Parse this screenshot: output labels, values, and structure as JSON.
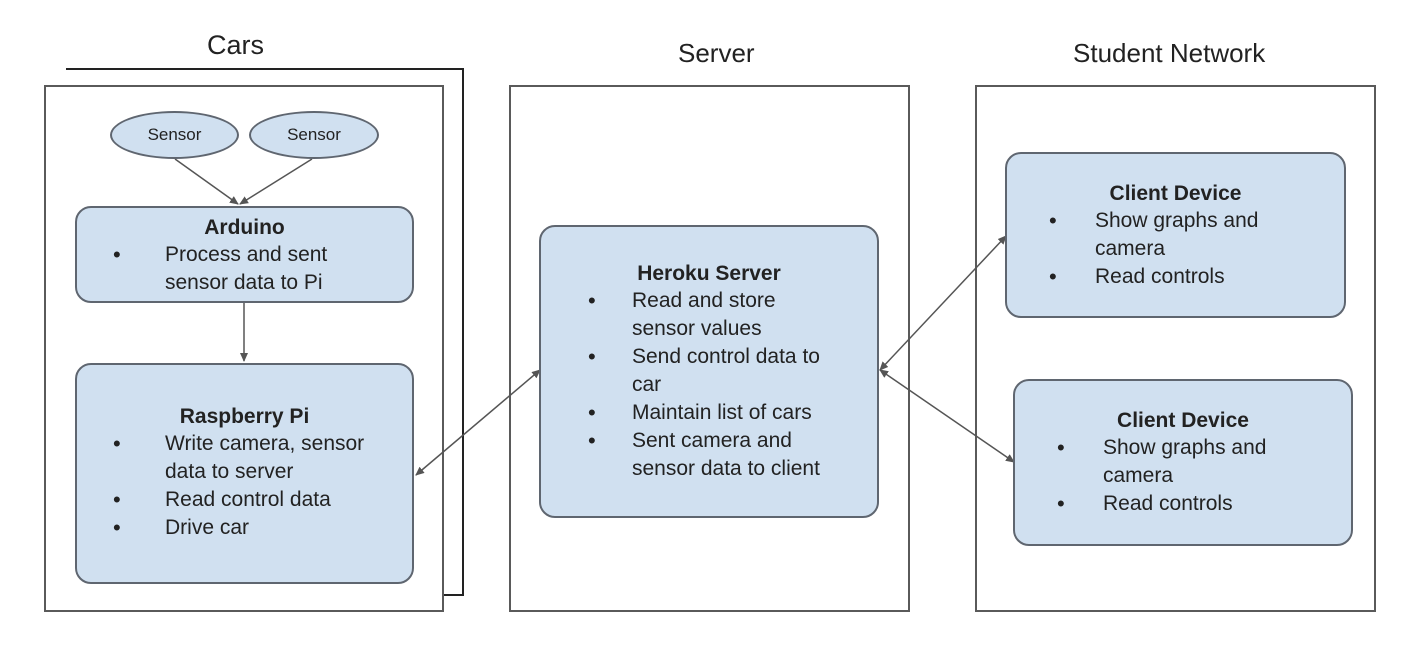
{
  "groups": {
    "cars": "Cars",
    "server": "Server",
    "student_network": "Student Network"
  },
  "sensors": [
    "Sensor",
    "Sensor"
  ],
  "arduino": {
    "title": "Arduino",
    "items": [
      "Process and sent sensor data to Pi"
    ]
  },
  "raspberry_pi": {
    "title": "Raspberry Pi",
    "items": [
      "Write camera, sensor data to server",
      "Read control data",
      "Drive car"
    ]
  },
  "heroku": {
    "title": "Heroku Server",
    "items": [
      "Read and store sensor values",
      "Send control data to car",
      "Maintain list of cars",
      "Sent camera and sensor data to client"
    ]
  },
  "client1": {
    "title": "Client Device",
    "items": [
      "Show graphs and camera",
      "Read controls"
    ]
  },
  "client2": {
    "title": "Client Device",
    "items": [
      "Show graphs and camera",
      "Read controls"
    ]
  },
  "colors": {
    "node_fill": "#d0e0f0",
    "node_border": "#5f6670",
    "panel_border": "#5a5a5a",
    "arrow": "#555555"
  }
}
